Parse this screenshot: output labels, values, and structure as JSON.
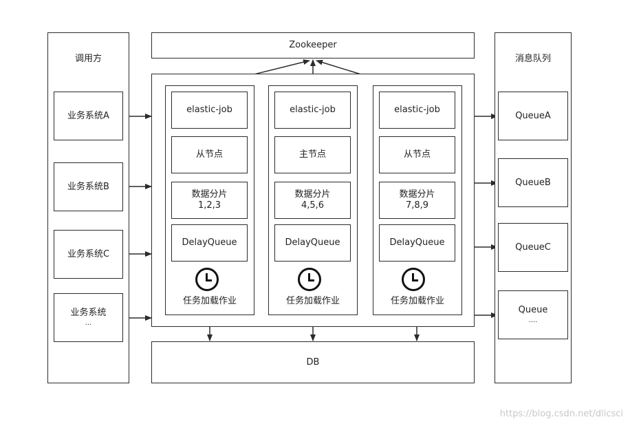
{
  "caller": {
    "title": "调用方",
    "systems": [
      {
        "line1": "业务系统A",
        "line2": ""
      },
      {
        "line1": "业务系统B",
        "line2": ""
      },
      {
        "line1": "业务系统C",
        "line2": ""
      },
      {
        "line1": "业务系统",
        "line2": "..."
      }
    ]
  },
  "zookeeper": {
    "label": "Zookeeper"
  },
  "nodes": [
    {
      "job": "elastic-job",
      "role": "从节点",
      "shard_title": "数据分片",
      "shard_ids": "1,2,3",
      "queue": "DelayQueue",
      "task": "任务加载作业"
    },
    {
      "job": "elastic-job",
      "role": "主节点",
      "shard_title": "数据分片",
      "shard_ids": "4,5,6",
      "queue": "DelayQueue",
      "task": "任务加载作业"
    },
    {
      "job": "elastic-job",
      "role": "从节点",
      "shard_title": "数据分片",
      "shard_ids": "7,8,9",
      "queue": "DelayQueue",
      "task": "任务加载作业"
    }
  ],
  "db": {
    "label": "DB"
  },
  "mq": {
    "title": "消息队列",
    "queues": [
      {
        "line1": "QueueA",
        "line2": ""
      },
      {
        "line1": "QueueB",
        "line2": ""
      },
      {
        "line1": "QueueC",
        "line2": ""
      },
      {
        "line1": "Queue",
        "line2": "...."
      }
    ]
  },
  "watermark": "https://blog.csdn.net/dlicsci",
  "icons": {
    "clock": "clock-icon"
  },
  "colors": {
    "line": "#2b2b2b",
    "watermark": "#c8c8c8"
  }
}
